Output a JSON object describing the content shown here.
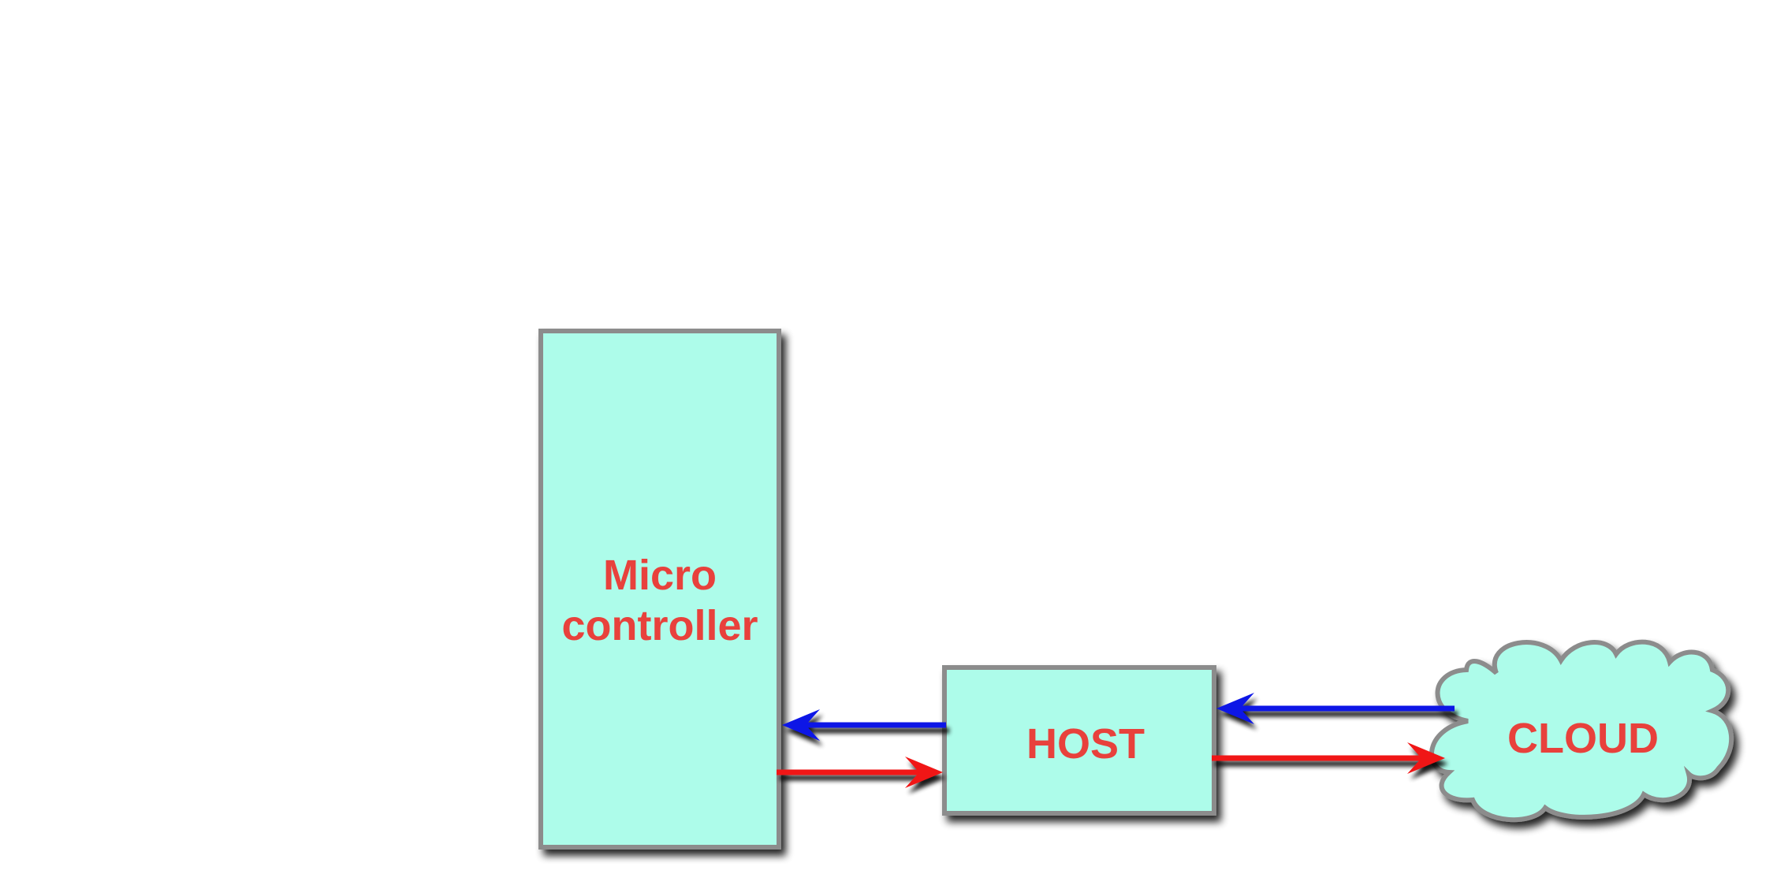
{
  "nodes": {
    "microcontroller": {
      "line1": "Micro",
      "line2": "controller"
    },
    "host": {
      "label": "HOST"
    },
    "cloud": {
      "label": "CLOUD"
    }
  },
  "colors": {
    "box_fill": "#adfcea",
    "box_border": "#8c8c8c",
    "label_text": "#e8413c",
    "arrow_blue": "#0a14e6",
    "arrow_red": "#f01212",
    "shadow": "#000000"
  },
  "connections": [
    {
      "from": "host",
      "to": "microcontroller",
      "color": "blue"
    },
    {
      "from": "microcontroller",
      "to": "host",
      "color": "red"
    },
    {
      "from": "cloud",
      "to": "host",
      "color": "blue"
    },
    {
      "from": "host",
      "to": "cloud",
      "color": "red"
    }
  ]
}
